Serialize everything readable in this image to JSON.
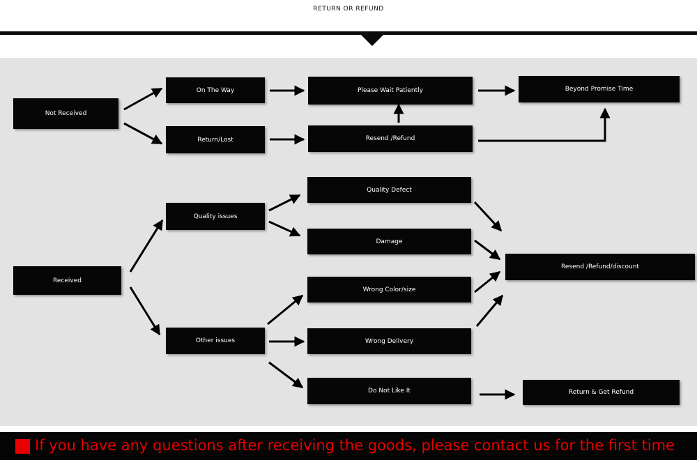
{
  "title": "RETURN OR REFUND",
  "colors": {
    "box": "#060606",
    "panel": "#e3e3e3",
    "footer_text": "#e60000"
  },
  "nodes": {
    "not_received": "Not Received",
    "on_the_way": "On The Way",
    "return_lost": "Return/Lost",
    "please_wait": "Please Wait Patiently",
    "resend_refund": "Resend /Refund",
    "beyond_promise": "Beyond Promise Time",
    "received": "Received",
    "quality_issues": "Quality issues",
    "other_issues": "Other issues",
    "quality_defect": "Quality Defect",
    "damage": "Damage",
    "wrong_color": "Wrong Color/size",
    "wrong_delivery": "Wrong Delivery",
    "do_not_like": "Do Not Like It",
    "resend_refund_discount": "Resend /Refund/discount",
    "return_get_refund": "Return & Get Refund"
  },
  "footer": {
    "icon": "red-square-icon",
    "text": "If you have any questions after receiving the goods, please contact us for the first time"
  }
}
